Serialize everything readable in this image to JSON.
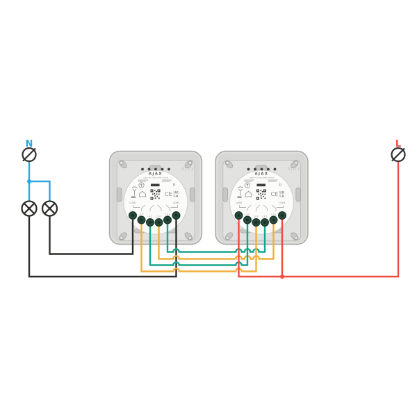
{
  "diagram": {
    "type": "two-way-switch-wiring",
    "neutral": {
      "label": "N"
    },
    "line": {
      "label": "L"
    },
    "lamp_count": 2,
    "colors": {
      "neutral_wire": "#2BA7DF",
      "line_wire": "#EF4B3F",
      "load_wire": "#2E2D2C",
      "traveler_teal": "#14A68C",
      "traveler_orange": "#F0B03C"
    },
    "modules": [
      {
        "brand": "AJAX",
        "watermark": "AJAX",
        "product": "LightCore 2-gang (relay) module",
        "terminals": [
          "COM2",
          "L1-2",
          "L2-2",
          "L2-1",
          "L1-1",
          "COM1"
        ],
        "marks": {
          "mu": "µ",
          "ce": "CE",
          "uk": "UK",
          "ca": "CA"
        }
      },
      {
        "brand": "AJAX",
        "watermark": "AJAX",
        "product": "LightCore 2-gang (relay) module",
        "terminals": [
          "COM2",
          "L1-2",
          "L2-2",
          "L2-1",
          "L1-1",
          "COM1"
        ],
        "marks": {
          "mu": "µ",
          "ce": "CE",
          "uk": "UK",
          "ca": "CA"
        }
      }
    ]
  }
}
